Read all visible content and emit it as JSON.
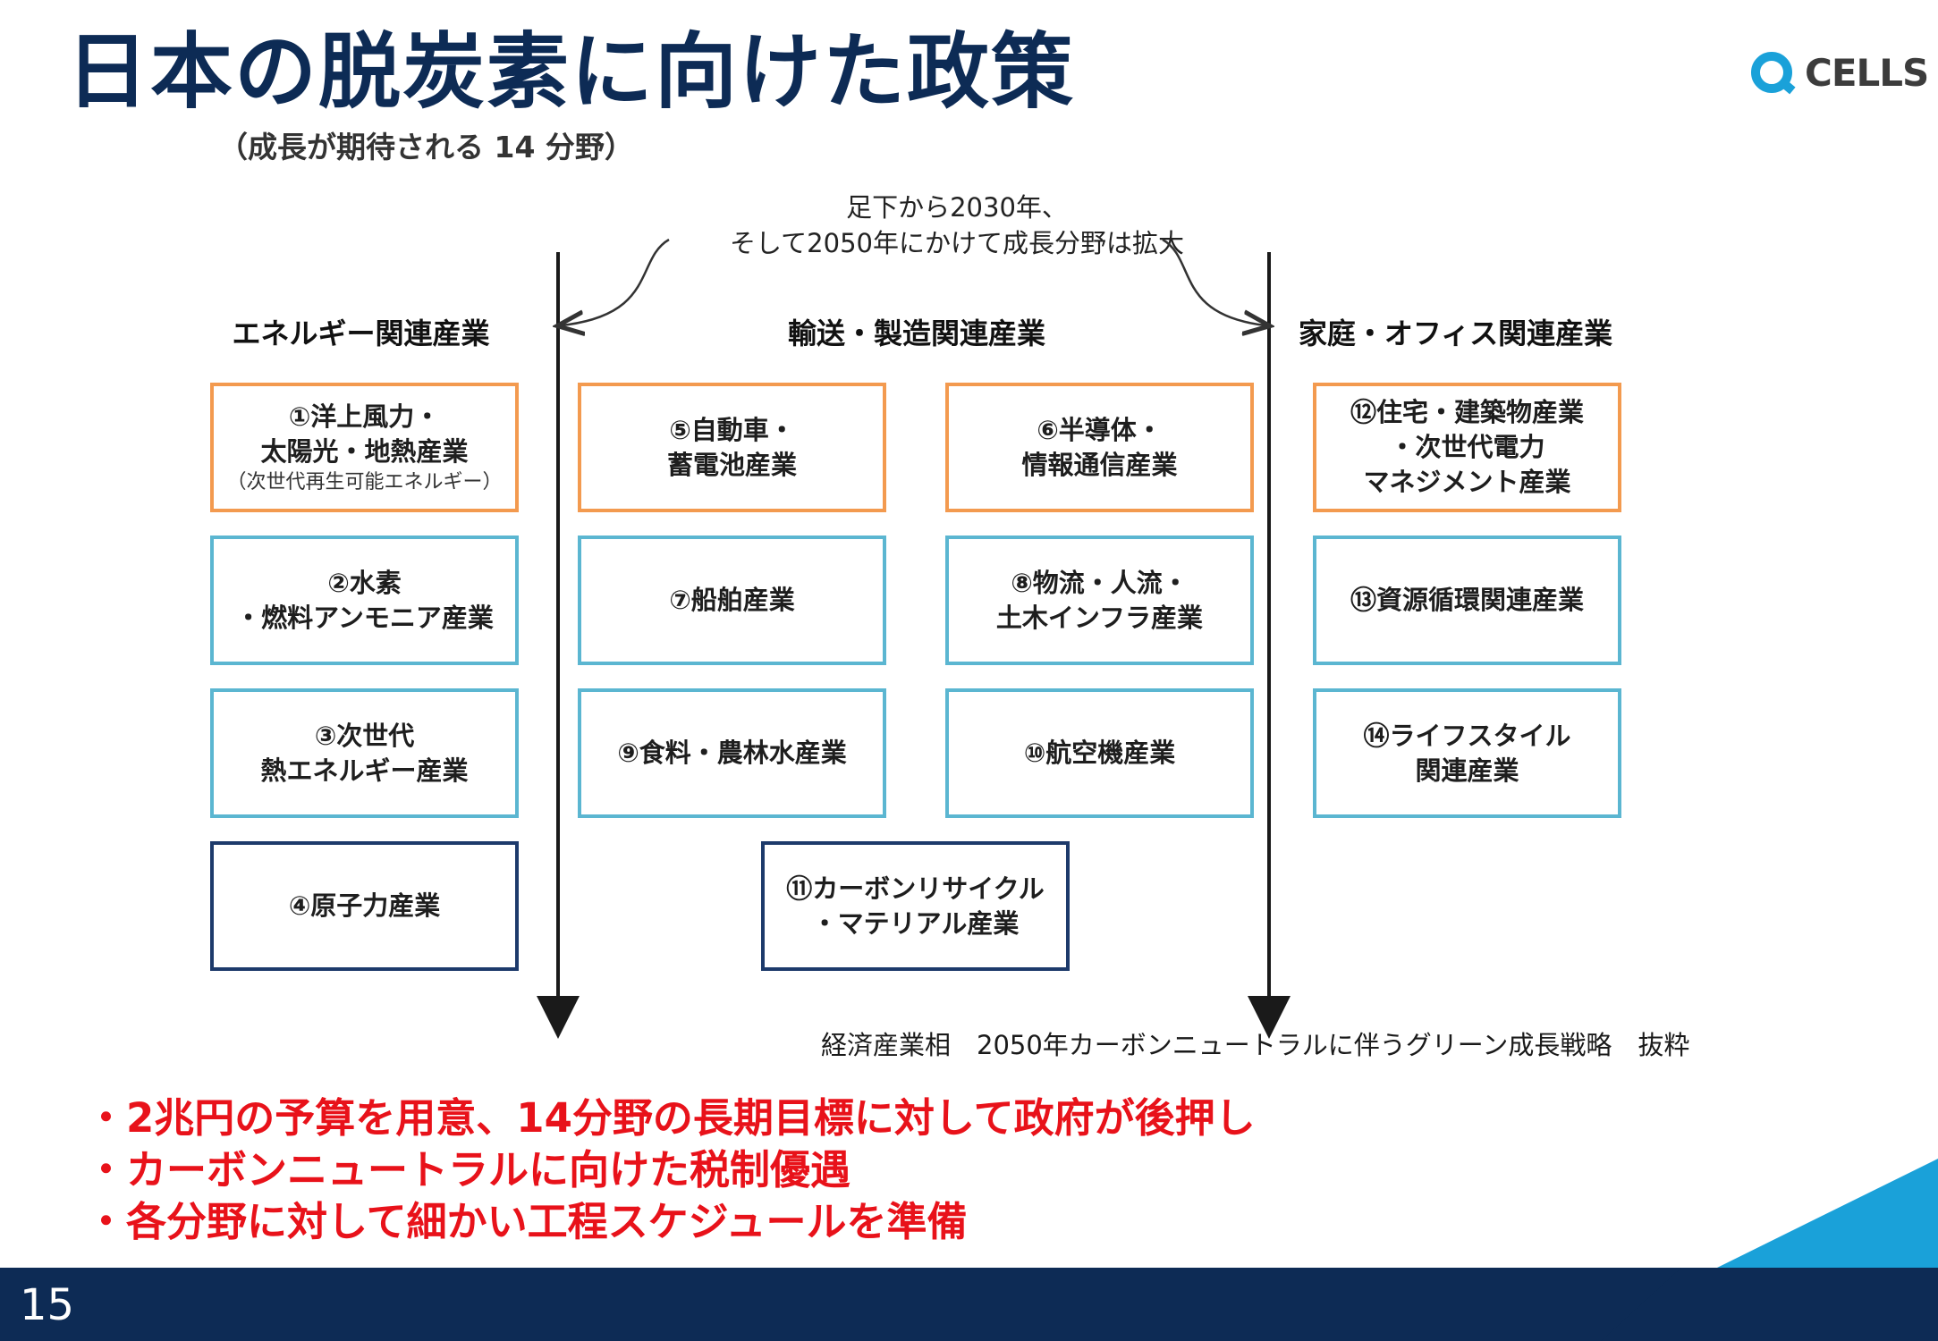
{
  "title": "日本の脱炭素に向けた政策",
  "subtitle": "（成長が期待される 14 分野）",
  "logo": {
    "text": "CELLS",
    "icon": "q-cells-logo",
    "color": "#1aa1d9"
  },
  "note": {
    "line1": "足下から2030年、",
    "line2": "そして2050年にかけて成長分野は拡大"
  },
  "columns": {
    "energy": "エネルギー関連産業",
    "transport": "輸送・製造関連産業",
    "home": "家庭・オフィス関連産業"
  },
  "boxes": {
    "b1": {
      "line1": "①洋上風力・",
      "line2": "太陽光・地熱産業",
      "sub": "（次世代再生可能エネルギー）"
    },
    "b2": {
      "line1": "②水素",
      "line2": "・燃料アンモニア産業"
    },
    "b3": {
      "line1": "③次世代",
      "line2": "熱エネルギー産業"
    },
    "b4": {
      "line1": "④原子力産業"
    },
    "b5": {
      "line1": "⑤自動車・",
      "line2": "蓄電池産業"
    },
    "b6": {
      "line1": "⑥半導体・",
      "line2": "情報通信産業"
    },
    "b7": {
      "line1": "⑦船舶産業"
    },
    "b8": {
      "line1": "⑧物流・人流・",
      "line2": "土木インフラ産業"
    },
    "b9": {
      "line1": "⑨食料・農林水産業"
    },
    "b10": {
      "line1": "⑩航空機産業"
    },
    "b11": {
      "line1": "⑪カーボンリサイクル",
      "line2": "・マテリアル産業"
    },
    "b12": {
      "line1": "⑫住宅・建築物産業",
      "line2": "・次世代電力",
      "line3": "マネジメント産業"
    },
    "b13": {
      "line1": "⑬資源循環関連産業"
    },
    "b14": {
      "line1": "⑭ライフスタイル",
      "line2": "関連産業"
    }
  },
  "box_colors": {
    "orange": "#f39a4f",
    "teal": "#5bb6d1",
    "navy": "#1d3a6b"
  },
  "source": "経済産業相　2050年カーボンニュートラルに伴うグリーン成長戦略　抜粋",
  "bullets": [
    "・2兆円の予算を用意、14分野の長期目標に対して政府が後押し",
    "・カーボンニュートラルに向けた税制優遇",
    "・各分野に対して細かい工程スケジュールを準備"
  ],
  "accent_color": "#e8121a",
  "brand_color": "#0d2b55",
  "page_number": "15"
}
